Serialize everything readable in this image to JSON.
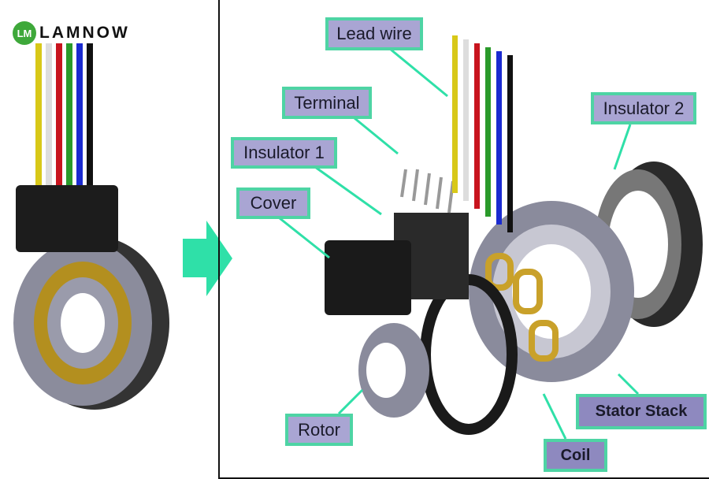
{
  "brand": {
    "name": "LAMNOW",
    "mark": "LM"
  },
  "colors": {
    "label_fill": "#a9a5d3",
    "label_border": "#4ed4a4",
    "arrow": "#2fe0a8"
  },
  "labels": {
    "lead_wire": "Lead wire",
    "terminal": "Terminal",
    "insulator_1": "Insulator 1",
    "cover": "Cover",
    "insulator_2": "Insulator 2",
    "rotor": "Rotor",
    "stator_stack": "Stator Stack",
    "coil": "Coil"
  }
}
